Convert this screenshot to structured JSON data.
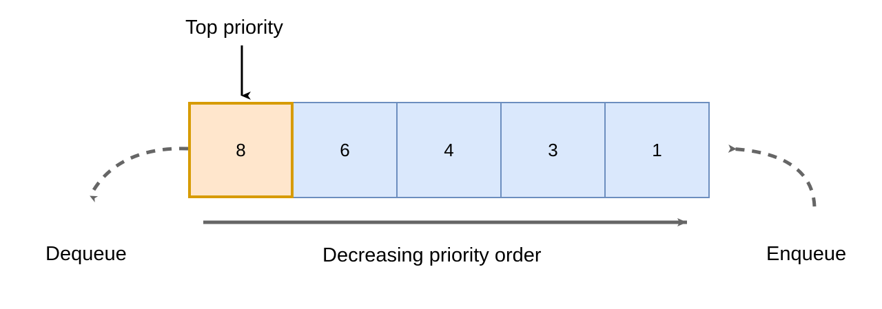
{
  "diagram": {
    "title_label": "Top priority",
    "queue": {
      "cells": [
        {
          "value": "8",
          "highlight": "top-priority"
        },
        {
          "value": "6",
          "highlight": "none"
        },
        {
          "value": "4",
          "highlight": "none"
        },
        {
          "value": "3",
          "highlight": "none"
        },
        {
          "value": "1",
          "highlight": "none"
        }
      ]
    },
    "labels": {
      "dequeue": "Dequeue",
      "enqueue": "Enqueue",
      "order": "Decreasing priority order"
    },
    "colors": {
      "highlight_fill": "#ffe6cc",
      "highlight_stroke": "#d79b00",
      "cell_fill": "#dae8fc",
      "cell_stroke": "#6c8ebf",
      "arrow_gray": "#666666",
      "arrow_black": "#000000",
      "text": "#000000",
      "background": "#ffffff"
    }
  }
}
